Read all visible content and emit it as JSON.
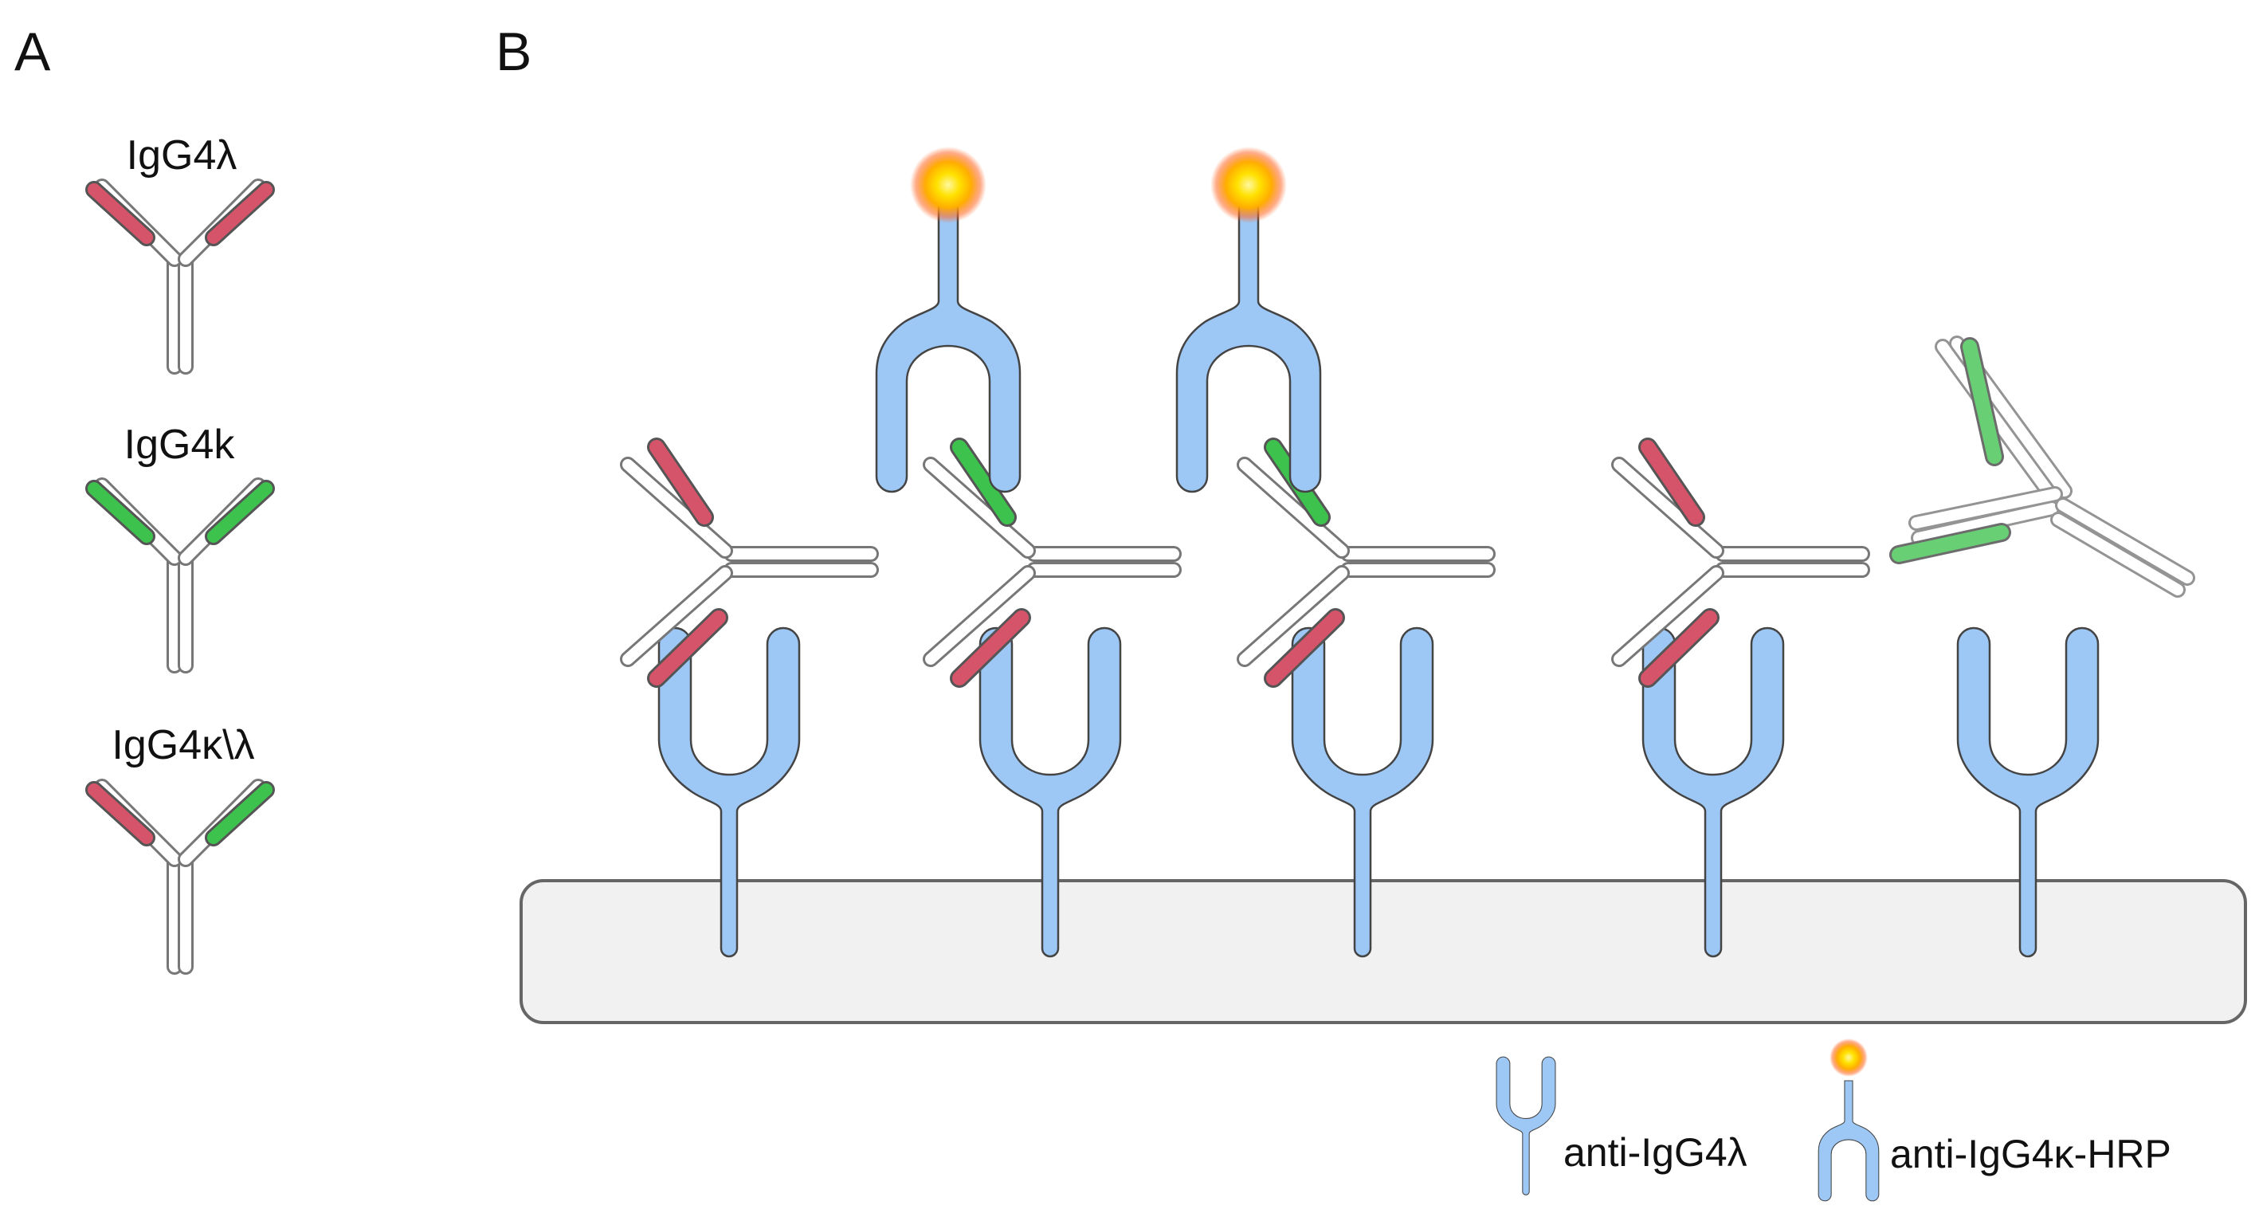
{
  "panels": {
    "a": "A",
    "b": "B"
  },
  "antibody_types": [
    {
      "label": "IgG4λ",
      "left": "lambda",
      "right": "lambda"
    },
    {
      "label": "IgG4k",
      "left": "kappa",
      "right": "kappa"
    },
    {
      "label": "IgG4κ\\λ",
      "left": "lambda",
      "right": "kappa"
    }
  ],
  "assay": {
    "captured": [
      "lambda-lambda",
      "lambda-kappa",
      "lambda-kappa",
      "lambda-lambda",
      "kappa-kappa (not captured)"
    ],
    "detected_by_hrp": [
      false,
      true,
      true,
      false,
      false
    ]
  },
  "legend": {
    "capture": "anti-IgG4λ",
    "detection": "anti-IgG4κ-HRP"
  },
  "colors": {
    "lambda_chain": "#d6546a",
    "kappa_chain": "#3ec24e",
    "reagent_antibody": "#9dc8f5",
    "plate": "#f1f1f1",
    "hrp_glow": "#ffd400"
  }
}
